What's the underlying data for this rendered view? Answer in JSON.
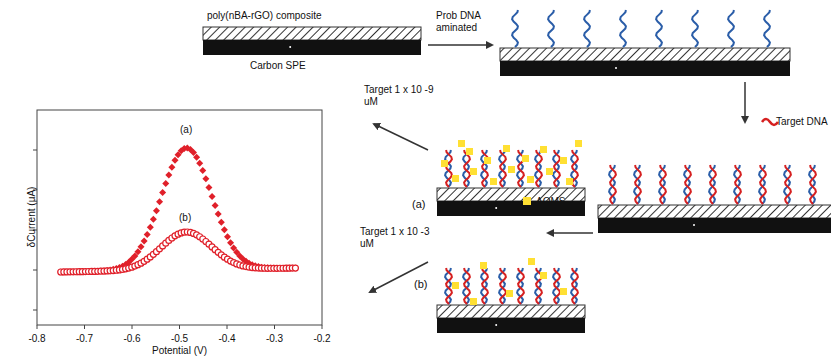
{
  "diagram": {
    "labels": [
      "poly(nBA-rGO) composite",
      "Carbon SPE",
      "Prob DNA aminated",
      "Target DNA",
      "Target 1 x 10 -9 uM",
      "(a)",
      "AQMS",
      "(b)",
      "Target 1 x 10 -3 uM",
      "(a)",
      "(b)",
      "δCurrent (μA)",
      "-0.8",
      "-0.7",
      "-0.6",
      "-0.5",
      "-0.4",
      "-0.3",
      "-0.2",
      "Potential (V)"
    ]
  }
}
